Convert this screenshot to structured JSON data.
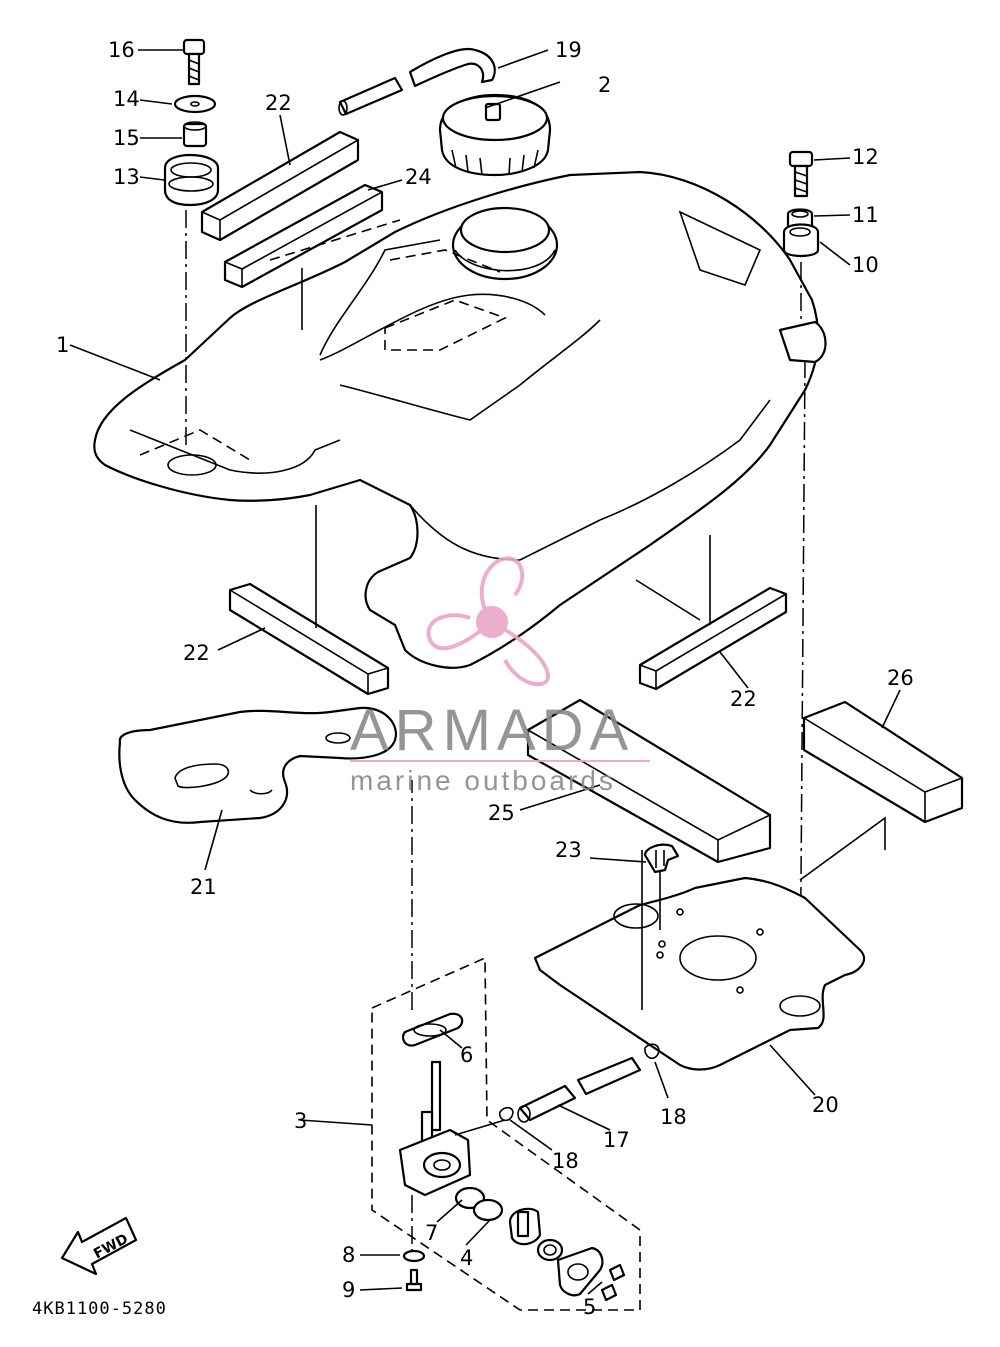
{
  "diagram": {
    "part_code": "4KB1100-5280",
    "fwd_label": "FWD",
    "callouts": {
      "c1": "1",
      "c2": "2",
      "c3": "3",
      "c4": "4",
      "c5": "5",
      "c6": "6",
      "c7": "7",
      "c8": "8",
      "c9": "9",
      "c10": "10",
      "c11": "11",
      "c12": "12",
      "c13": "13",
      "c14": "14",
      "c15": "15",
      "c16": "16",
      "c17": "17",
      "c18a": "18",
      "c18b": "18",
      "c19": "19",
      "c20": "20",
      "c21": "21",
      "c22a": "22",
      "c22b": "22",
      "c22c": "22",
      "c23": "23",
      "c24": "24",
      "c25": "25",
      "c26": "26"
    }
  },
  "watermark": {
    "brand": "ARMADA",
    "tagline": "marine outboards",
    "color_text": "#8a8a8a",
    "color_accent": "#e9a7c8"
  }
}
